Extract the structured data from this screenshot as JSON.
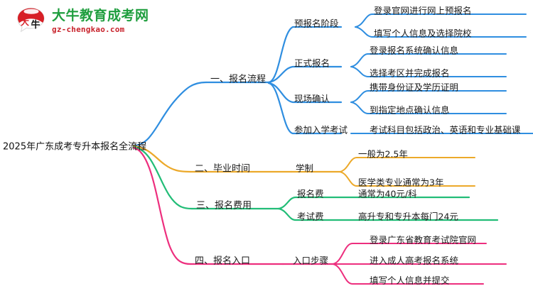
{
  "brand": {
    "logo_icon": "speech-bubble-logo-icon",
    "logo_mark_text": "大牛",
    "name_cn": "大牛教育成考网",
    "name_en": "gz-chengkao.com",
    "green": "#1f9e3e",
    "red": "#c8232c"
  },
  "mindmap": {
    "root": "2025年广东成考专升本报名全流程",
    "colors": {
      "branch1": "#2f8ee0",
      "branch2": "#eca92a",
      "branch3": "#22bd77",
      "branch4": "#ed2f7e"
    },
    "branches": [
      {
        "label": "一、报名流程",
        "color": "#2f8ee0",
        "children": [
          {
            "label": "预报名阶段",
            "leaves": [
              "登录官网进行网上预报名",
              "填写个人信息及选择院校"
            ]
          },
          {
            "label": "正式报名",
            "leaves": [
              "登录报名系统确认信息",
              "选择考区并完成报名"
            ]
          },
          {
            "label": "现场确认",
            "leaves": [
              "携带身份证及学历证明",
              "到指定地点确认信息"
            ]
          },
          {
            "label": "参加入学考试",
            "leaves": [
              "考试科目包括政治、英语和专业基础课"
            ]
          }
        ]
      },
      {
        "label": "二、毕业时间",
        "color": "#eca92a",
        "children": [
          {
            "label": "学制",
            "leaves": [
              "一般为2.5年",
              "医学类专业通常为3年"
            ]
          }
        ]
      },
      {
        "label": "三、报名费用",
        "color": "#22bd77",
        "children": [
          {
            "label": "报名费",
            "leaves": [
              "通常为40元/科"
            ]
          },
          {
            "label": "考试费",
            "leaves": [
              "高升专和专升本每门24元"
            ]
          }
        ]
      },
      {
        "label": "四、报名入口",
        "color": "#ed2f7e",
        "children": [
          {
            "label": "入口步骤",
            "leaves": [
              "登录广东省教育考试院官网",
              "进入成人高考报名系统",
              "填写个人信息并提交"
            ]
          }
        ]
      }
    ]
  }
}
